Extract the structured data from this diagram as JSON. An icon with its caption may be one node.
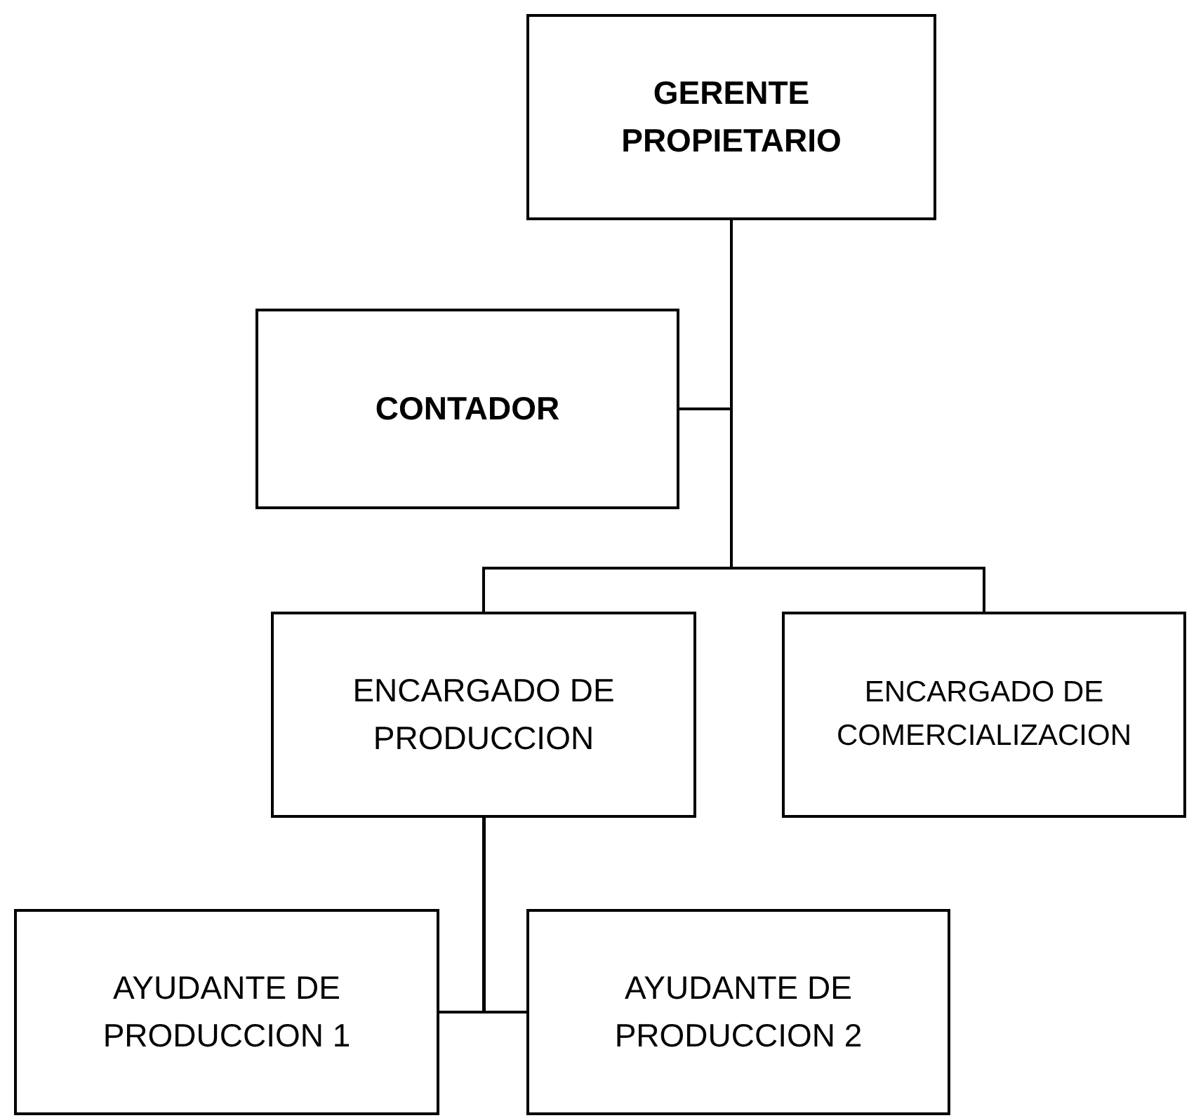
{
  "diagram": {
    "nodes": [
      {
        "text": [
          "GERENTE PROPIETARIO"
        ]
      },
      {
        "text": [
          "CONTADOR"
        ]
      },
      {
        "text": [
          "ENCARGADO DE PRODUCCION"
        ]
      },
      {
        "text": [
          "ENCARGADO DE COMERCIALIZACION"
        ]
      },
      {
        "text": [
          "AYUDANTE DE PRODUCCION 1"
        ]
      },
      {
        "text": [
          "AYUDANTE DE PRODUCCION 2"
        ]
      }
    ],
    "edges": [
      {
        "from": 0,
        "to": 1,
        "arrow": "none"
      },
      {
        "from": 0,
        "to": 2,
        "arrow": "none"
      },
      {
        "from": 0,
        "to": 3,
        "arrow": "none"
      },
      {
        "from": 2,
        "to": 4,
        "arrow": "none"
      },
      {
        "from": 2,
        "to": 5,
        "arrow": "none"
      }
    ]
  }
}
